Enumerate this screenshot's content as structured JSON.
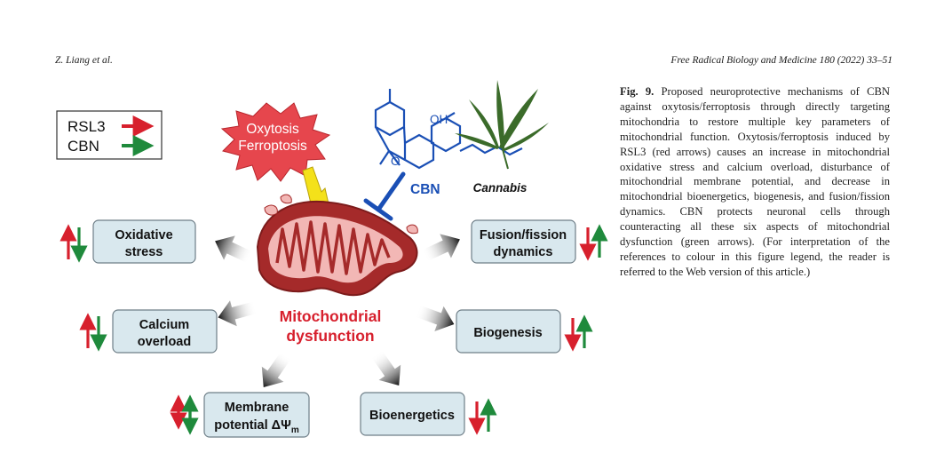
{
  "header": {
    "left": "Z. Liang et al.",
    "right": "Free Radical Biology and Medicine 180 (2022) 33–51"
  },
  "caption": {
    "label": "Fig. 9.",
    "text": "Proposed neuroprotective mechanisms of CBN against oxytosis/ferroptosis through directly targeting mitochondria to restore multiple key parameters of mitochondrial function. Oxytosis/ferroptosis induced by RSL3 (red arrows) causes an increase in mitochondrial oxidative stress and calcium overload, disturbance of mitochondrial membrane potential, and decrease in mitochondrial bioenergetics, biogenesis, and fusion/fission dynamics. CBN protects neuronal cells through counteracting all these six aspects of mitochondrial dysfunction (green arrows). (For interpretation of the references to colour in this figure legend, the reader is referred to the Web version of this article.)"
  },
  "figure": {
    "legend": {
      "rsl3": "RSL3",
      "cbn": "CBN"
    },
    "stress_line1": "Oxytosis",
    "stress_line2": "Ferroptosis",
    "cbn_label": "CBN",
    "oh_label": "OH",
    "cannabis_label": "Cannabis",
    "center_line1": "Mitochondrial",
    "center_line2": "dysfunction",
    "boxes": {
      "oxidative_l1": "Oxidative",
      "oxidative_l2": "stress",
      "calcium_l1": "Calcium",
      "calcium_l2": "overload",
      "membrane_l1": "Membrane",
      "membrane_l2": "potential ΔΨ",
      "membrane_sub": "m",
      "bioenergetics": "Bioenergetics",
      "biogenesis": "Biogenesis",
      "fusion_l1": "Fusion/fission",
      "fusion_l2": "dynamics"
    },
    "colors": {
      "red": "#d7202d",
      "green": "#1f8a3c",
      "blue": "#1a4fb5",
      "box_fill": "#d9e8ee",
      "box_stroke": "#6f7f88",
      "mito_dark": "#a52a2a",
      "mito_light": "#f2b7b5",
      "burst": "#e6464d",
      "bolt": "#f4e11a"
    }
  }
}
